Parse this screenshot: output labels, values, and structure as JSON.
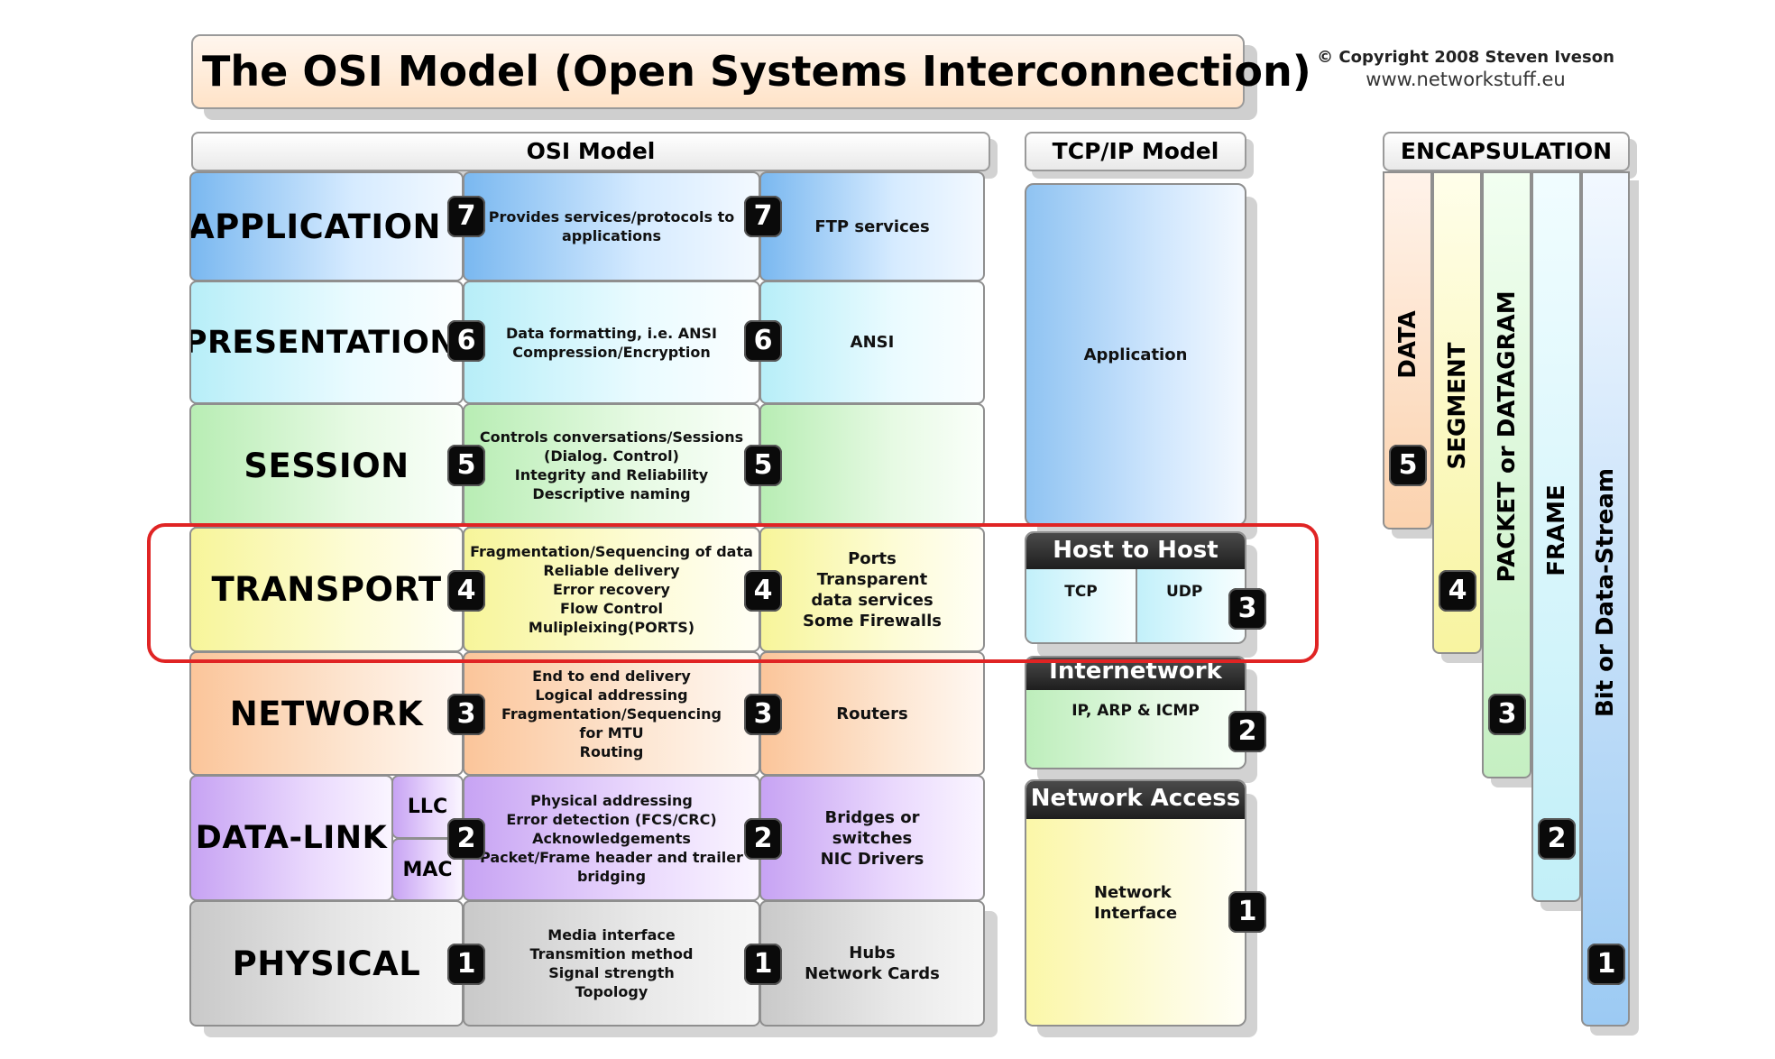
{
  "title": "The OSI Model (Open Systems Interconnection)",
  "copyright": {
    "line1": "© Copyright 2008 Steven Iveson",
    "line2": "www.networkstuff.eu"
  },
  "headers": {
    "osi": "OSI Model",
    "tcpip": "TCP/IP Model",
    "encapsulation": "ENCAPSULATION"
  },
  "layers": [
    {
      "name": "APPLICATION",
      "number": "7",
      "description": "Provides services/protocols to\napplications",
      "examples": "FTP services"
    },
    {
      "name": "PRESENTATION",
      "number": "6",
      "description": "Data formatting, i.e. ANSI\nCompression/Encryption",
      "examples": "ANSI"
    },
    {
      "name": "SESSION",
      "number": "5",
      "description": "Controls conversations/Sessions\n(Dialog. Control)\nIntegrity and Reliability\nDescriptive naming",
      "examples": ""
    },
    {
      "name": "TRANSPORT",
      "number": "4",
      "description": "Fragmentation/Sequencing of data\nReliable delivery\nError recovery\nFlow Control\nMulipleixing(PORTS)",
      "examples": "Ports\nTransparent\ndata services\nSome Firewalls"
    },
    {
      "name": "NETWORK",
      "number": "3",
      "description": "End to end delivery\nLogical addressing\nFragmentation/Sequencing\nfor MTU\nRouting",
      "examples": "Routers"
    },
    {
      "name": "DATA-LINK",
      "number": "2",
      "sublayers": [
        "LLC",
        "MAC"
      ],
      "description": "Physical addressing\nError detection (FCS/CRC)\nAcknowledgements\nPacket/Frame header and trailer\nbridging",
      "examples": "Bridges or\nswitches\nNIC Drivers"
    },
    {
      "name": "PHYSICAL",
      "number": "1",
      "description": "Media interface\nTransmition method\nSignal strength\nTopology",
      "examples": "Hubs\nNetwork Cards"
    }
  ],
  "tcpip": {
    "application": {
      "label": "Application"
    },
    "host_to_host": {
      "title": "Host to Host",
      "tcp": "TCP",
      "udp": "UDP",
      "number": "3"
    },
    "internetwork": {
      "title": "Internetwork",
      "protocols": "IP, ARP & ICMP",
      "number": "2"
    },
    "network_access": {
      "title": "Network Access",
      "label": "Network\nInterface",
      "number": "1"
    }
  },
  "encapsulation": [
    {
      "label": "DATA",
      "number": "5"
    },
    {
      "label": "SEGMENT",
      "number": "4"
    },
    {
      "label": "PACKET or DATAGRAM",
      "number": "3"
    },
    {
      "label": "FRAME",
      "number": "2"
    },
    {
      "label": "Bit or Data-Stream",
      "number": "1"
    }
  ]
}
